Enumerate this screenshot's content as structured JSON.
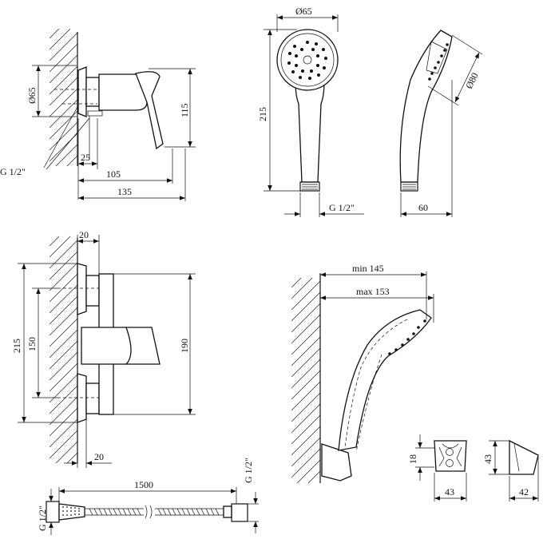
{
  "dimensions": {
    "top_left": {
      "dia_65": "Ø65",
      "h_115": "115",
      "thread": "G 1/2\"",
      "w_25": "25",
      "w_105": "105",
      "w_135": "135"
    },
    "handshower_front": {
      "dia_65": "Ø65",
      "h_215": "215",
      "thread": "G 1/2\""
    },
    "handshower_side": {
      "dia_80": "Ø80",
      "w_60": "60"
    },
    "mixer_front": {
      "w_20_top": "20",
      "h_215": "215",
      "h_150": "150",
      "h_190": "190",
      "w_20_bottom": "20"
    },
    "wall_holder_assembly": {
      "min": "min 145",
      "max": "max 153"
    },
    "holder_front": {
      "h_18": "18",
      "w_43": "43"
    },
    "holder_side": {
      "h_43": "43",
      "w_42": "42"
    },
    "hose": {
      "length": "1500",
      "thread_left": "G 1/2\"",
      "thread_right": "G 1/2\""
    }
  }
}
